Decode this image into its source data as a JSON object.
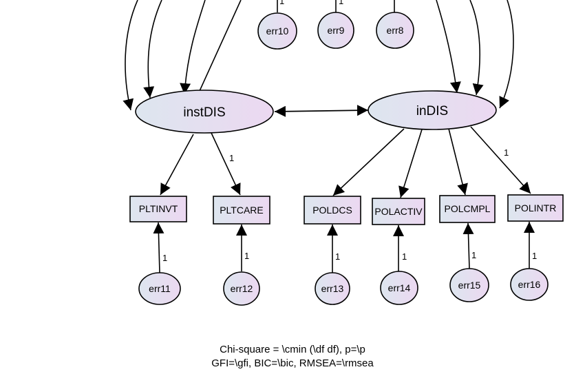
{
  "latents": {
    "instdis": "instDIS",
    "indis": "inDIS"
  },
  "observed": {
    "pltinvt": "PLTINVT",
    "pltcare": "PLTCARE",
    "poldcs": "POLDCS",
    "polactiv": "POLACTIV",
    "polcmpl": "POLCMPL",
    "polintr": "POLINTR"
  },
  "errors": {
    "err8": "err8",
    "err9": "err9",
    "err10": "err10",
    "err11": "err11",
    "err12": "err12",
    "err13": "err13",
    "err14": "err14",
    "err15": "err15",
    "err16": "err16"
  },
  "path_labels": {
    "fixed_one": "1"
  },
  "footer": {
    "line1": "Chi-square = \\cmin (\\df df), p=\\p",
    "line2": "GFI=\\gfi, BIC=\\bic, RMSEA=\\rmsea"
  },
  "colors": {
    "fill_left": "#dde6ef",
    "fill_right": "#ead8f0",
    "stroke": "#000000"
  }
}
